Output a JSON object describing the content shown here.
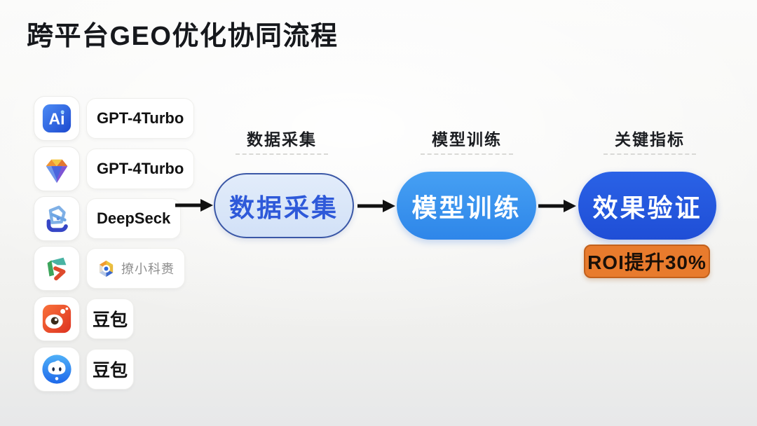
{
  "title": "跨平台GEO优化协同流程",
  "platforms": [
    {
      "name": "GPT-4Turbo",
      "icon": "ai-badge-icon"
    },
    {
      "name": "GPT-4Turbo",
      "icon": "gem-diamond-icon"
    },
    {
      "name": "DeepSeck",
      "icon": "deepseek-logo-icon"
    },
    {
      "name": "撩小科赉",
      "icon": "green-cube-logo-icon",
      "label_icon": "hexagon-gem-icon"
    },
    {
      "name": "豆包",
      "icon": "weibo-eye-icon"
    },
    {
      "name": "豆包",
      "icon": "doubao-mascot-icon"
    }
  ],
  "flow": {
    "stages": [
      {
        "header": "数据采集",
        "node": "数据采集"
      },
      {
        "header": "模型训练",
        "node": "模型训练"
      },
      {
        "header": "关键指标",
        "node": "效果验证",
        "badge": "ROI提升30%"
      }
    ]
  },
  "colors": {
    "stage1_fill": "#d9e6f9",
    "stage1_border": "#3a57a6",
    "stage1_text": "#2e59d9",
    "stage2_fill": "#3590ee",
    "stage3_fill": "#2356dd",
    "node_text": "#ffffff",
    "badge_bg": "#e87b2d",
    "badge_text": "#1a1008",
    "arrow": "#111111"
  }
}
